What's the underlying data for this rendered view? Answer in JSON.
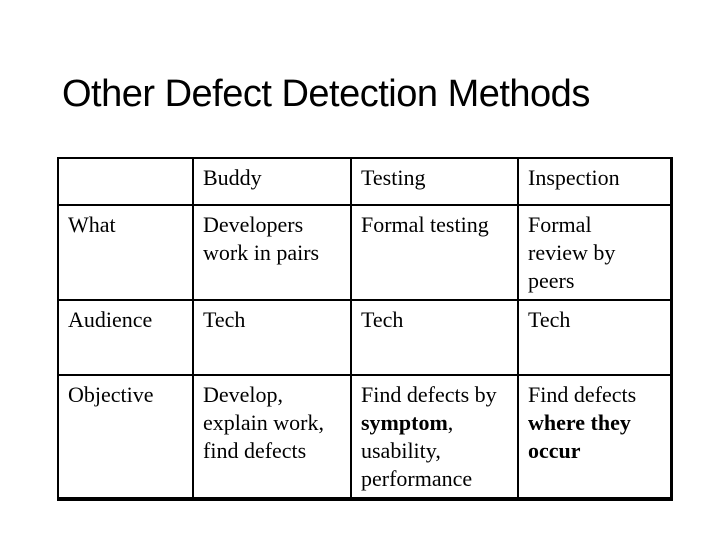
{
  "slide": {
    "title": "Other Defect Detection Methods",
    "background_color": "#ffffff",
    "text_color": "#000000",
    "table_border_color": "#000000"
  },
  "table": {
    "header": [
      "",
      "Buddy",
      "Testing",
      "Inspection"
    ],
    "rows": [
      {
        "label": "What",
        "cells": [
          [
            {
              "t": "Developers\nwork in pairs",
              "b": false
            }
          ],
          [
            {
              "t": "Formal testing",
              "b": false
            }
          ],
          [
            {
              "t": "Formal\nreview by\npeers",
              "b": false
            }
          ]
        ]
      },
      {
        "label": "Audience",
        "cells": [
          [
            {
              "t": "Tech",
              "b": false
            }
          ],
          [
            {
              "t": "Tech",
              "b": false
            }
          ],
          [
            {
              "t": "Tech",
              "b": false
            }
          ]
        ]
      },
      {
        "label": "Objective",
        "cells": [
          [
            {
              "t": "Develop,\nexplain work,\nfind defects",
              "b": false
            }
          ],
          [
            {
              "t": "Find defects by\n",
              "b": false
            },
            {
              "t": "symptom",
              "b": true
            },
            {
              "t": ",\nusability,\nperformance",
              "b": false
            }
          ],
          [
            {
              "t": "Find defects\n",
              "b": false
            },
            {
              "t": "where they\noccur",
              "b": true
            }
          ]
        ]
      }
    ]
  }
}
